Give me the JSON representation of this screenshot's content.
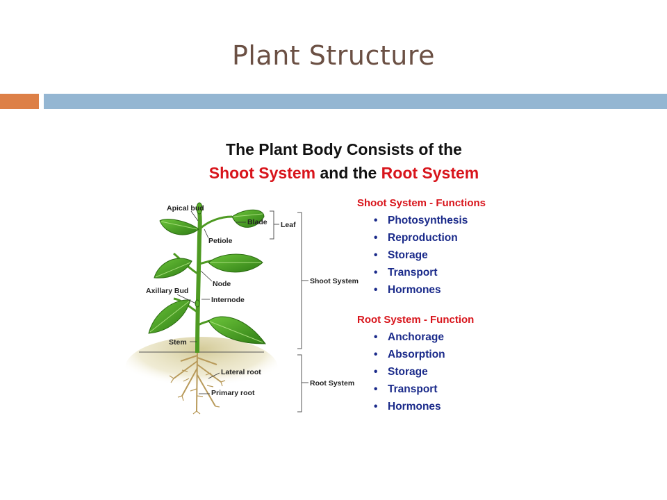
{
  "slide": {
    "title": "Plant Structure"
  },
  "heading": {
    "line1": "The Plant Body Consists of the",
    "shoot": "Shoot System",
    "and": " and the ",
    "root": "Root System"
  },
  "diagram": {
    "labels": {
      "apical_bud": "Apical bud",
      "blade": "Blade",
      "leaf": "Leaf",
      "petiole": "Petiole",
      "node": "Node",
      "axillary_bud": "Axillary Bud",
      "internode": "Internode",
      "stem": "Stem",
      "lateral_root": "Lateral root",
      "primary_root": "Primary root",
      "shoot_system": "Shoot System",
      "root_system": "Root System"
    },
    "colors": {
      "leaf": "#3f9a1f",
      "stem": "#4e9a22",
      "root": "#b89a5a",
      "soil": "#d8cfa0"
    }
  },
  "shoot_functions": {
    "title": "Shoot System - Functions",
    "items": [
      "Photosynthesis",
      "Reproduction",
      "Storage",
      "Transport",
      "Hormones"
    ]
  },
  "root_functions": {
    "title": "Root System - Function",
    "items": [
      "Anchorage",
      "Absorption",
      "Storage",
      "Transport",
      "Hormones"
    ]
  }
}
